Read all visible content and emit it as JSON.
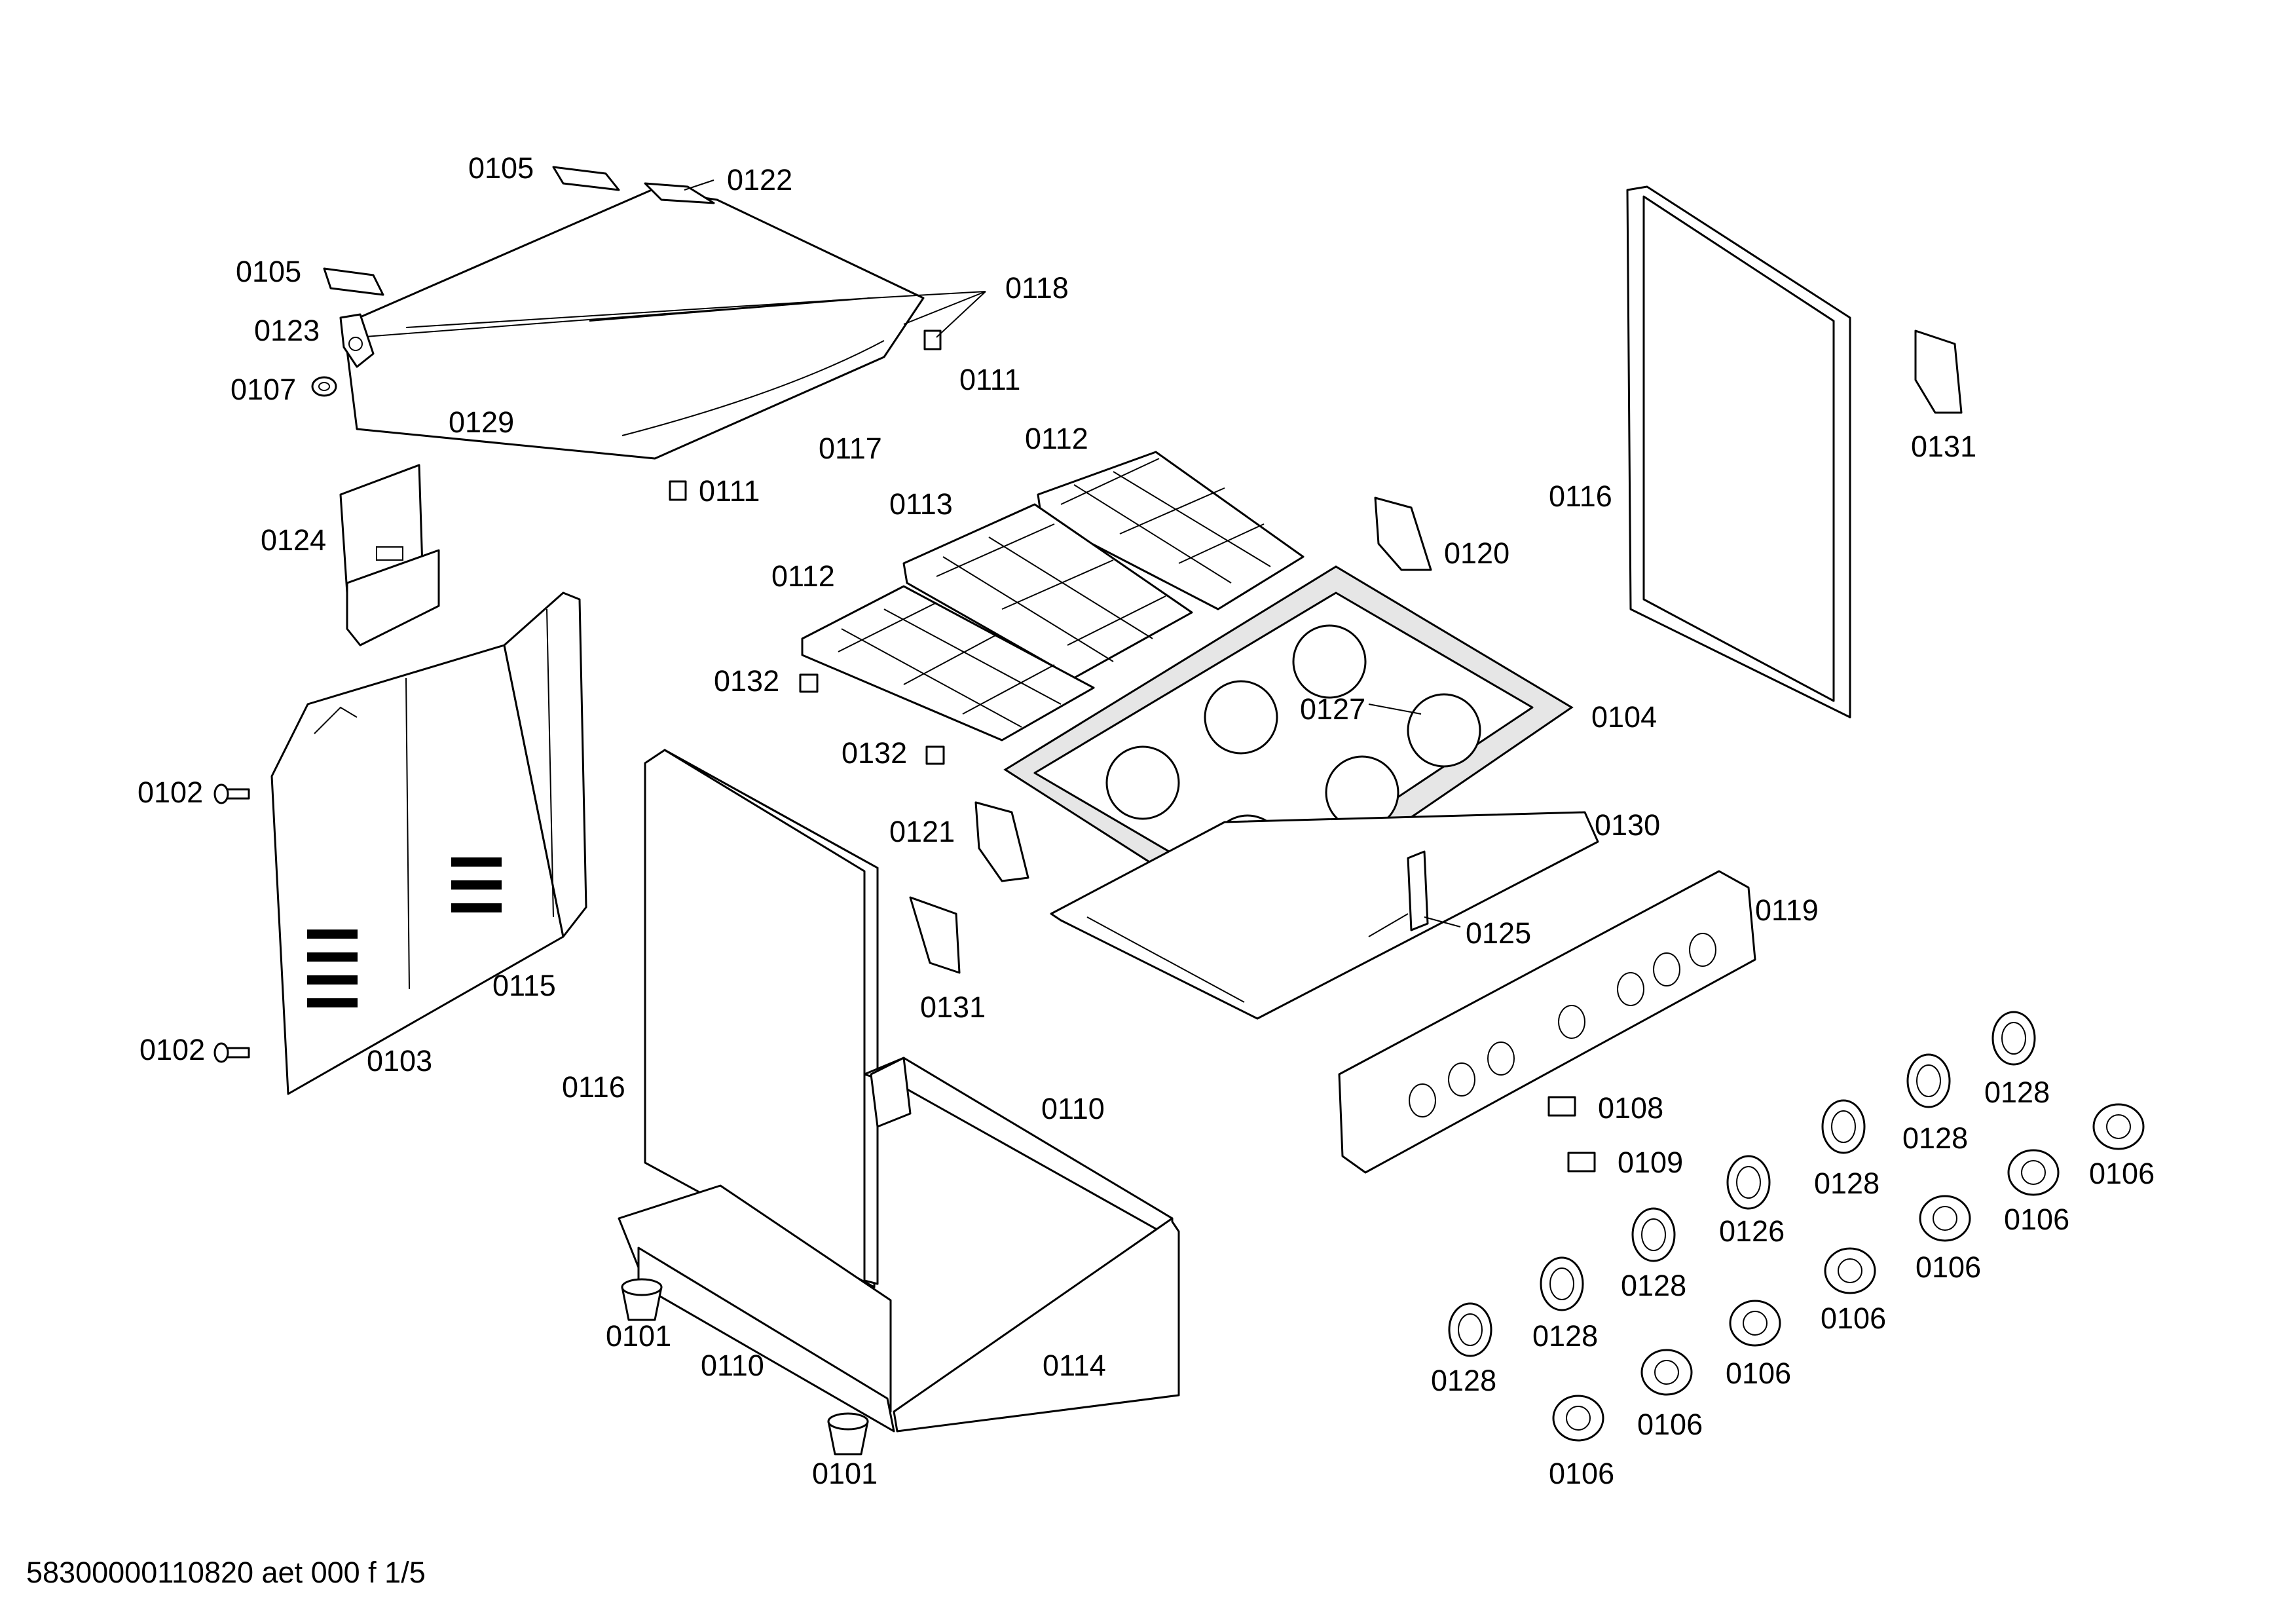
{
  "callouts": {
    "c0105a": "0105",
    "c0122": "0122",
    "c0105b": "0105",
    "c0118": "0118",
    "c0123": "0123",
    "c0107": "0107",
    "c0111a": "0111",
    "c0129": "0129",
    "c0117": "0117",
    "c0111b": "0111",
    "c0112a": "0112",
    "c0113": "0113",
    "c0124": "0124",
    "c0112b": "0112",
    "c0120": "0120",
    "c0116a": "0116",
    "c0131a": "0131",
    "c0132a": "0132",
    "c0127": "0127",
    "c0104": "0104",
    "c0132b": "0132",
    "c0102a": "0102",
    "c0121": "0121",
    "c0130": "0130",
    "c0125": "0125",
    "c0119": "0119",
    "c0115": "0115",
    "c0131b": "0131",
    "c0102b": "0102",
    "c0103": "0103",
    "c0116b": "0116",
    "c0110a": "0110",
    "c0108": "0108",
    "c0128a": "0128",
    "c0128b": "0128",
    "c0128c": "0128",
    "c0109": "0109",
    "c0106a": "0106",
    "c0126": "0126",
    "c0106b": "0106",
    "c0106c": "0106",
    "c0128d": "0128",
    "c0106d": "0106",
    "c0128e": "0128",
    "c0101a": "0101",
    "c0110b": "0110",
    "c0114": "0114",
    "c0106e": "0106",
    "c0128f": "0128",
    "c0106f": "0106",
    "c0101b": "0101",
    "c0106g": "0106"
  },
  "footer": "58300000110820 aet 000 f 1/5"
}
